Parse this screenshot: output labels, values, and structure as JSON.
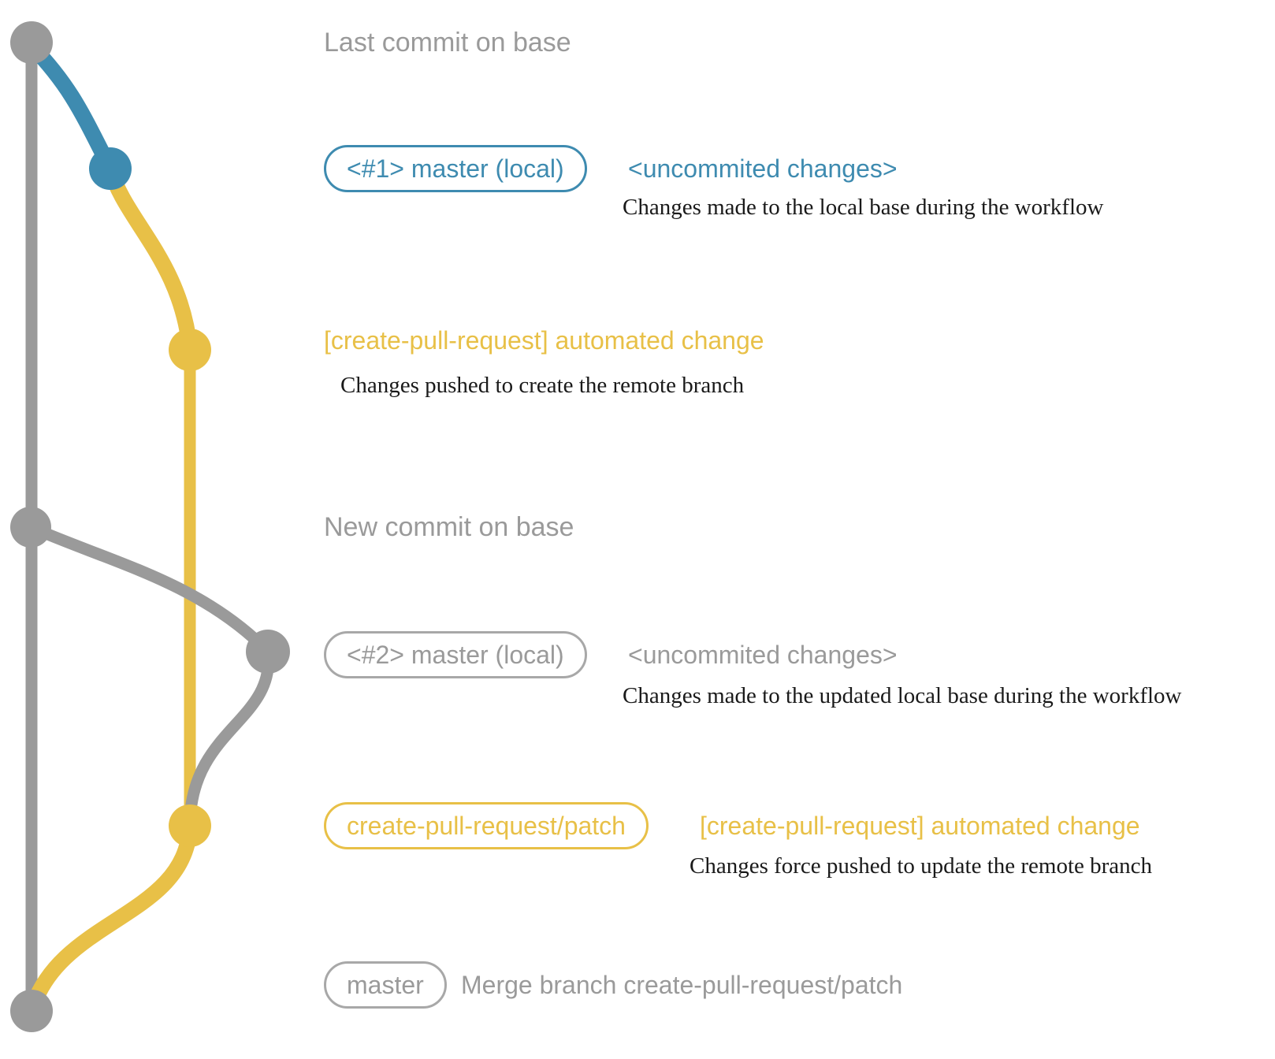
{
  "colors": {
    "gray": "#9a9a9a",
    "blue": "#3e8bb0",
    "yellow": "#e8c047",
    "dark": "#1a1a1a",
    "badge-gray": "#a8a8a8"
  },
  "rows": {
    "last_commit": {
      "label": "Last commit on base"
    },
    "commit1": {
      "badge": "<#1> master (local)",
      "message": "<uncommited changes>",
      "description": "Changes made to the local base during the workflow"
    },
    "cpr1": {
      "message": "[create-pull-request] automated change",
      "description": "Changes pushed to create the remote branch"
    },
    "new_commit": {
      "label": "New commit on base"
    },
    "commit2": {
      "badge": "<#2> master (local)",
      "message": "<uncommited changes>",
      "description": "Changes made to the updated local base during the workflow"
    },
    "cpr2": {
      "badge": "create-pull-request/patch",
      "message": "[create-pull-request] automated change",
      "description": "Changes force pushed to update the remote branch"
    },
    "merge": {
      "badge": "master",
      "message": "Merge branch create-pull-request/patch"
    }
  }
}
